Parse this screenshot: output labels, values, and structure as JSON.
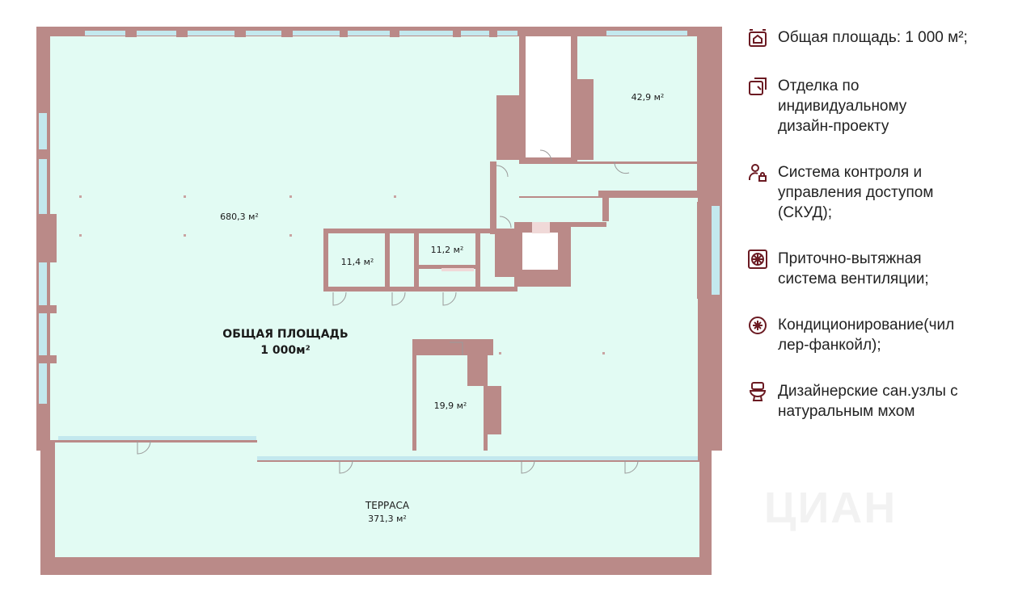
{
  "plan": {
    "rooms": {
      "main": "680,3 м²",
      "top_right": "42,9 м²",
      "small_left": "11,4 м²",
      "small_mid": "11,2 м²",
      "lower": "19,9 м²",
      "total_title": "ОБЩАЯ ПЛОЩАДЬ",
      "total_value": "1 000м²",
      "terrace_title": "ТЕРРАСА",
      "terrace_value": "371,3 м²"
    },
    "colors": {
      "wall": "#ba8a88",
      "floor": "#e2fbf3",
      "window": "#c3e8ee",
      "icon": "#6b1a22"
    }
  },
  "features": [
    {
      "icon": "home-area-icon",
      "text": "Общая площадь: 1 000 м²;"
    },
    {
      "icon": "design-finish-icon",
      "text": "Отделка по\nиндивидуальному\nдизайн-проекту"
    },
    {
      "icon": "access-control-icon",
      "text": "Система контроля и\nуправления доступом\n(СКУД);"
    },
    {
      "icon": "ventilation-icon",
      "text": "Приточно-вытяжная\nсистема вентиляции;"
    },
    {
      "icon": "air-conditioning-icon",
      "text": "Кондиционирование(чил\nлер-фанкойл);"
    },
    {
      "icon": "toilet-icon",
      "text": "Дизайнерские сан.узлы с\nнатуральным мхом"
    }
  ],
  "watermark": "ЦИАН"
}
